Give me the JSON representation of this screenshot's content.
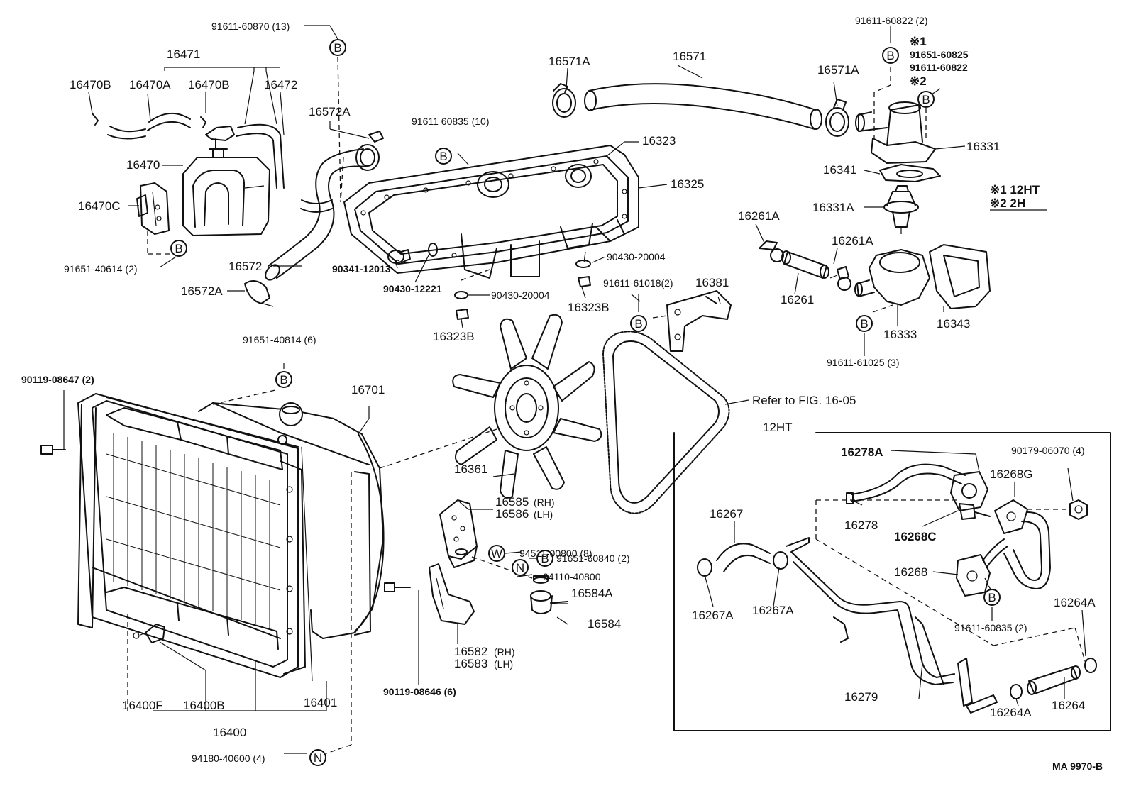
{
  "labels": {
    "p91611_60870": "91611-60870 (13)",
    "p16471": "16471",
    "p16470B_1": "16470B",
    "p16470A": "16470A",
    "p16470B_2": "16470B",
    "p16472": "16472",
    "p16572A_top": "16572A",
    "p16470": "16470",
    "p16470C": "16470C",
    "p91651_40614": "91651-40614 (2)",
    "p16572": "16572",
    "p16572A_bot": "16572A",
    "p91611_60835_10": "91611 60835 (10)",
    "p16323": "16323",
    "p16325": "16325",
    "p90341_12013": "90341-12013",
    "p90430_12221": "90430-12221",
    "p90430_20004_a": "90430-20004",
    "p90430_20004_b": "90430-20004",
    "p16323B_a": "16323B",
    "p16323B_b": "16323B",
    "p16571A_1": "16571A",
    "p16571": "16571",
    "p16571A_2": "16571A",
    "p91611_60822": "91611-60822 (2)",
    "note1_mark": "※1",
    "note1_a": "91651-60825",
    "note1_b": "91611-60822",
    "note2_mark": "※2",
    "p16331": "16331",
    "p16341": "16341",
    "p16331A": "16331A",
    "legend_1": "※1 12HT",
    "legend_2": "※2 2H",
    "p16261A_1": "16261A",
    "p16261A_2": "16261A",
    "p16261": "16261",
    "p16333": "16333",
    "p16343": "16343",
    "p91611_61025": "91611-61025 (3)",
    "p91611_61018": "91611-61018(2)",
    "p16381": "16381",
    "p91651_40814": "91651-40814 (6)",
    "p90119_08647": "90119-08647 (2)",
    "p16701": "16701",
    "refer": "Refer to FIG. 16-05",
    "p16361": "16361",
    "p16585": "16585",
    "p16585_side": "(RH)",
    "p16586": "16586",
    "p16586_side": "(LH)",
    "p94511_00800": "94511-00800 (8)",
    "p91651_60840": "91651-60840 (2)",
    "p94110_40800": "94110-40800",
    "p16584A": "16584A",
    "p16584": "16584",
    "p16582": "16582",
    "p16582_side": "(RH)",
    "p16583": "16583",
    "p16583_side": "(LH)",
    "p90119_08646": "90119-08646 (6)",
    "p16400F": "16400F",
    "p16400B": "16400B",
    "p16401": "16401",
    "p16400": "16400",
    "p94180_40600": "94180-40600 (4)",
    "inset_title": "12HT",
    "p16278A": "16278A",
    "p90179_06070": "90179-06070 (4)",
    "p16268G": "16268G",
    "p16278": "16278",
    "p16268C": "16268C",
    "p16267": "16267",
    "p16268": "16268",
    "p16267A_1": "16267A",
    "p16267A_2": "16267A",
    "p91611_60835_2": "91611-60835 (2)",
    "p16264A_1": "16264A",
    "p16279": "16279",
    "p16264A_2": "16264A",
    "p16264": "16264",
    "fig_code": "MA 9970-B"
  },
  "symbols": {
    "B": "B",
    "N": "N",
    "W": "W"
  }
}
